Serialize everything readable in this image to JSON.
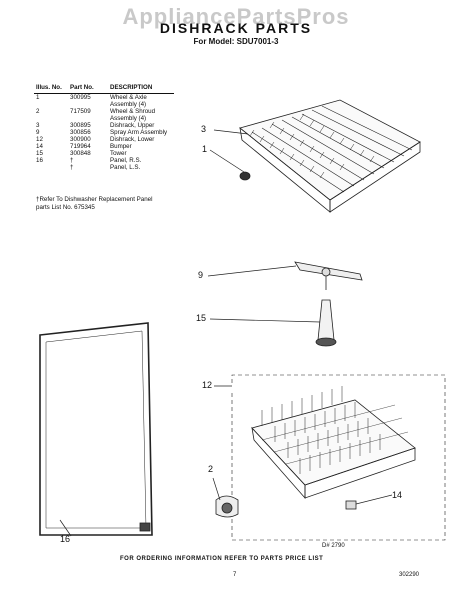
{
  "watermark": "AppliancePartsPros",
  "title": "DISHRACK PARTS",
  "model": "For Model: SDU7001-3",
  "parts_table": {
    "headers": {
      "illus_no": "Illus. No.",
      "part_no": "Part No.",
      "description": "DESCRIPTION"
    },
    "rows": [
      {
        "illus": "1",
        "part": "300995",
        "desc": "Wheel & Axle Assembly (4)"
      },
      {
        "illus": "2",
        "part": "717509",
        "desc": "Wheel & Shroud Assembly (4)"
      },
      {
        "illus": "3",
        "part": "300895",
        "desc": "Dishrack, Upper"
      },
      {
        "illus": "9",
        "part": "300856",
        "desc": "Spray Arm Assembly"
      },
      {
        "illus": "12",
        "part": "300900",
        "desc": "Dishrack, Lower"
      },
      {
        "illus": "14",
        "part": "719964",
        "desc": "Bumper"
      },
      {
        "illus": "15",
        "part": "300848",
        "desc": "Tower"
      },
      {
        "illus": "16",
        "part": "†",
        "desc": "Panel, R.S."
      },
      {
        "illus": "",
        "part": "†",
        "desc": "Panel, L.S."
      }
    ]
  },
  "ref_note": "†Refer To Dishwasher Replacement Panel parts List No. 675345",
  "callouts": {
    "c3": "3",
    "c1": "1",
    "c9": "9",
    "c15": "15",
    "c12": "12",
    "c2": "2",
    "c14": "14",
    "c16": "16"
  },
  "diagram_number": "D# 2790",
  "footer": "FOR ORDERING INFORMATION REFER TO PARTS PRICE LIST",
  "page_number": "7",
  "doc_number": "302290"
}
